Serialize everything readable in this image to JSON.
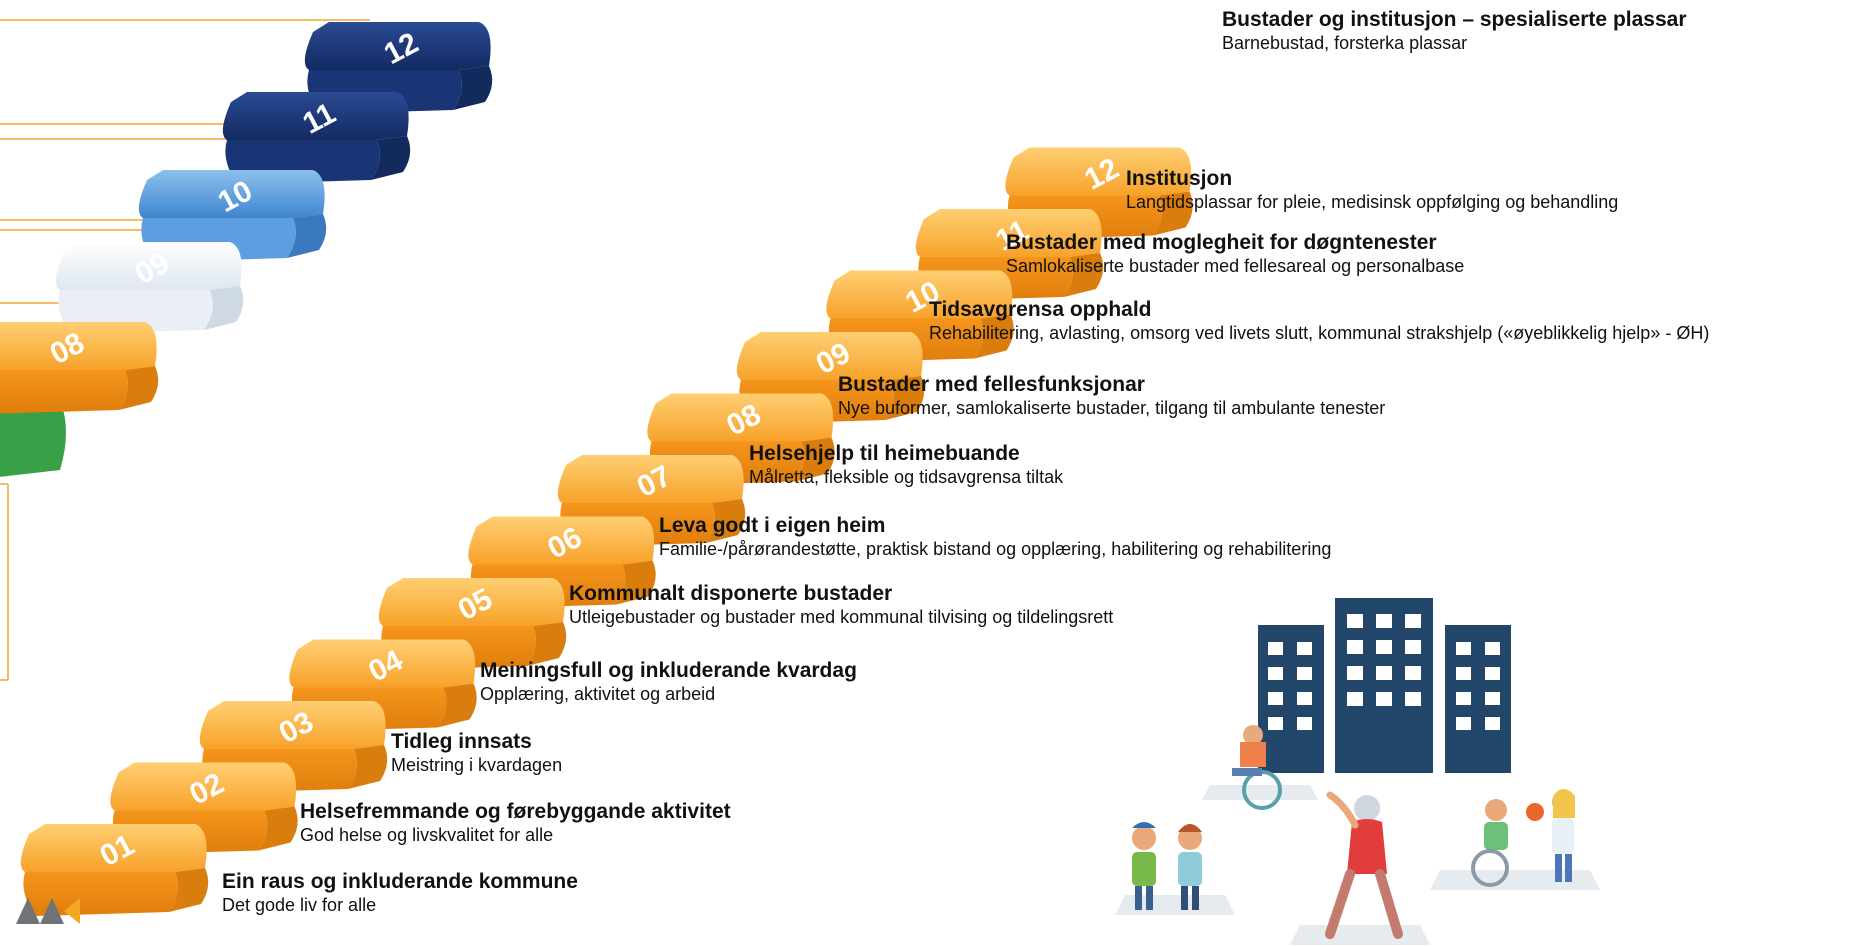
{
  "colors": {
    "step_orange": "#f59b1f",
    "step_orange_dark": "#d97d0d",
    "step_orange_light": "#ffc25a",
    "navy": "#1a3576",
    "blue": "#4f93d6",
    "green": "#3aa047",
    "building": "#23476b"
  },
  "steps": [
    {
      "num": "01",
      "title": "Ein raus og inkluderande kommune",
      "subtitle": "Det gode liv for alle"
    },
    {
      "num": "02",
      "title": "Helsefremmande og førebyggande aktivitet",
      "subtitle": "God helse og livskvalitet for alle"
    },
    {
      "num": "03",
      "title": "Tidleg innsats",
      "subtitle": "Meistring i kvardagen"
    },
    {
      "num": "04",
      "title": "Meiningsfull og inkluderande kvardag",
      "subtitle": "Opplæring, aktivitet og arbeid"
    },
    {
      "num": "05",
      "title": "Kommunalt disponerte bustader",
      "subtitle": "Utleigebustader og bustader med kommunal tilvising og tildelingsrett"
    },
    {
      "num": "06",
      "title": "Leva godt i eigen heim",
      "subtitle": "Familie-/pårørandestøtte, praktisk bistand og opplæring, habilitering og rehabilitering"
    },
    {
      "num": "07",
      "title": "Helsehjelp til heimebuande",
      "subtitle": "Målretta, fleksible og tidsavgrensa tiltak"
    },
    {
      "num": "08",
      "title": "Bustader med fellesfunksjonar",
      "subtitle": "Nye buformer, samlokaliserte bustader, tilgang til ambulante tenester"
    },
    {
      "num": "09",
      "title": "Tidsavgrensa opphald",
      "subtitle": "Rehabilitering, avlasting, omsorg ved livets slutt, kommunal strakshjelp («øyeblikkelig hjelp» - ØH)"
    },
    {
      "num": "10",
      "title": "Bustader med moglegheit for døgntenester",
      "subtitle": "Samlokaliserte bustader med fellesareal og personalbase"
    },
    {
      "num": "11",
      "title": "Institusjon",
      "subtitle": "Langtidsplassar for pleie, medisinsk oppfølging og behandling"
    },
    {
      "num": "12",
      "title": "Bustader og institusjon – spesialiserte plassar",
      "subtitle": "Barnebustad, forsterka plassar"
    }
  ],
  "left_steps": [
    {
      "num": "08"
    },
    {
      "num": "09"
    },
    {
      "num": "10"
    },
    {
      "num": "11"
    },
    {
      "num": "12"
    }
  ]
}
